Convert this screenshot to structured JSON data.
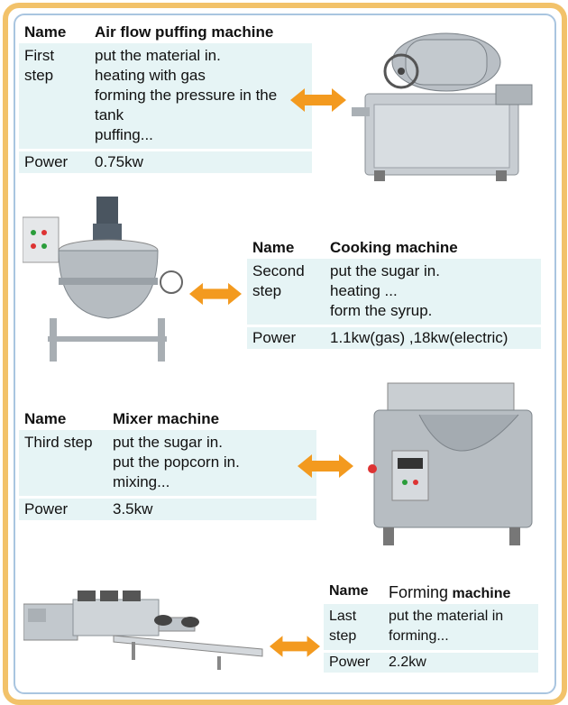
{
  "sections": [
    {
      "name_label": "Name",
      "title": "Air flow puffing machine",
      "step_label": "First step",
      "description": "put the material in.\nheating with gas\nforming the pressure in the tank\npuffing...",
      "power_label": "Power",
      "power": "0.75kw"
    },
    {
      "name_label": "Name",
      "title": "Cooking machine",
      "step_label": "Second step",
      "description": "put the sugar in.\nheating ...\nform the syrup.",
      "power_label": "Power",
      "power": "1.1kw(gas) ,18kw(electric)"
    },
    {
      "name_label": "Name",
      "title": "Mixer machine",
      "step_label": "Third step",
      "description": "put the sugar in.\nput the popcorn in.\nmixing...",
      "power_label": "Power",
      "power": "3.5kw"
    },
    {
      "name_label": "Name",
      "title_part1": "Forming",
      "title_part2": "machine",
      "step_label": "Last step",
      "description": "put the  material in forming...",
      "power_label": "Power",
      "power": "2.2kw"
    }
  ],
  "colors": {
    "frame_outer": "#f2c26a",
    "frame_inner": "#a9c5e0",
    "cell_bg": "#e6f4f5",
    "arrow": "#f39a1f"
  },
  "icons": [
    "puffing-machine-image",
    "cooking-kettle-image",
    "mixer-machine-image",
    "forming-line-image",
    "double-arrow-icon"
  ]
}
